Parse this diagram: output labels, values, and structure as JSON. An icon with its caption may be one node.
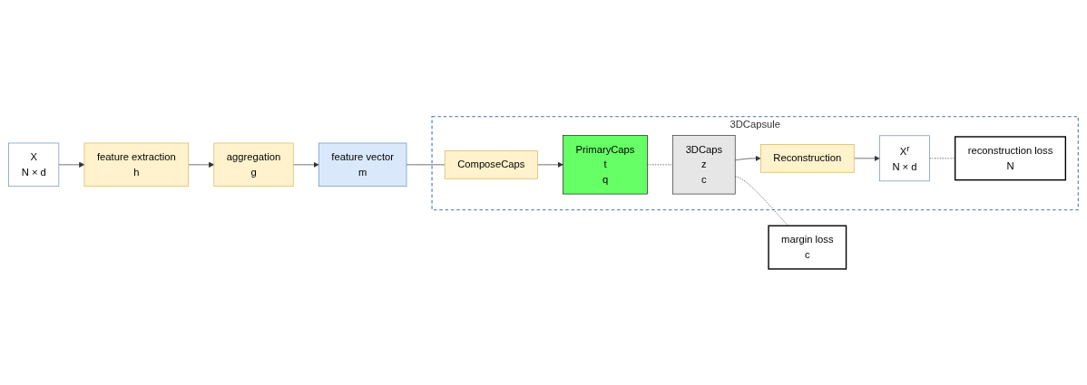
{
  "diagram": {
    "nodes": [
      {
        "text": [
          "X",
          "N × d"
        ]
      },
      {
        "text": [
          "feature extraction",
          "h"
        ]
      },
      {
        "text": [
          "aggregation",
          "g"
        ]
      },
      {
        "text": [
          "feature vector",
          "m"
        ]
      },
      {
        "text": [
          "3DCapsule"
        ]
      },
      {
        "text": [
          "ComposeCaps"
        ],
        "in": 4
      },
      {
        "text": [
          "PrimaryCaps",
          "t",
          "q"
        ],
        "in": 4
      },
      {
        "text": [
          "3DCaps",
          "z",
          "c"
        ],
        "in": 4
      },
      {
        "text": [
          "margin loss",
          "c"
        ]
      },
      {
        "text": [
          "Reconstruction"
        ],
        "in": 4
      },
      {
        "text": [
          "X$^{r}$",
          "N × d"
        ],
        "in": 4
      },
      {
        "text": [
          "reconstruction loss",
          "N"
        ],
        "in": 4
      }
    ],
    "edges": [
      {
        "from": 0,
        "to": 1,
        "arrow": "to"
      },
      {
        "from": 1,
        "to": 2,
        "arrow": "to"
      },
      {
        "from": 2,
        "to": 3,
        "arrow": "to"
      },
      {
        "from": 3,
        "to": 5,
        "arrow": "none"
      },
      {
        "from": 5,
        "to": 6,
        "arrow": "to"
      },
      {
        "from": 6,
        "to": 7,
        "arrow": "none",
        "style": "dashed"
      },
      {
        "from": 7,
        "to": 8,
        "arrow": "none",
        "style": "dashed"
      },
      {
        "from": 7,
        "to": 9,
        "arrow": "to"
      },
      {
        "from": 9,
        "to": 10,
        "arrow": "to"
      },
      {
        "from": 10,
        "to": 11,
        "arrow": "none",
        "style": "dashed"
      }
    ]
  }
}
